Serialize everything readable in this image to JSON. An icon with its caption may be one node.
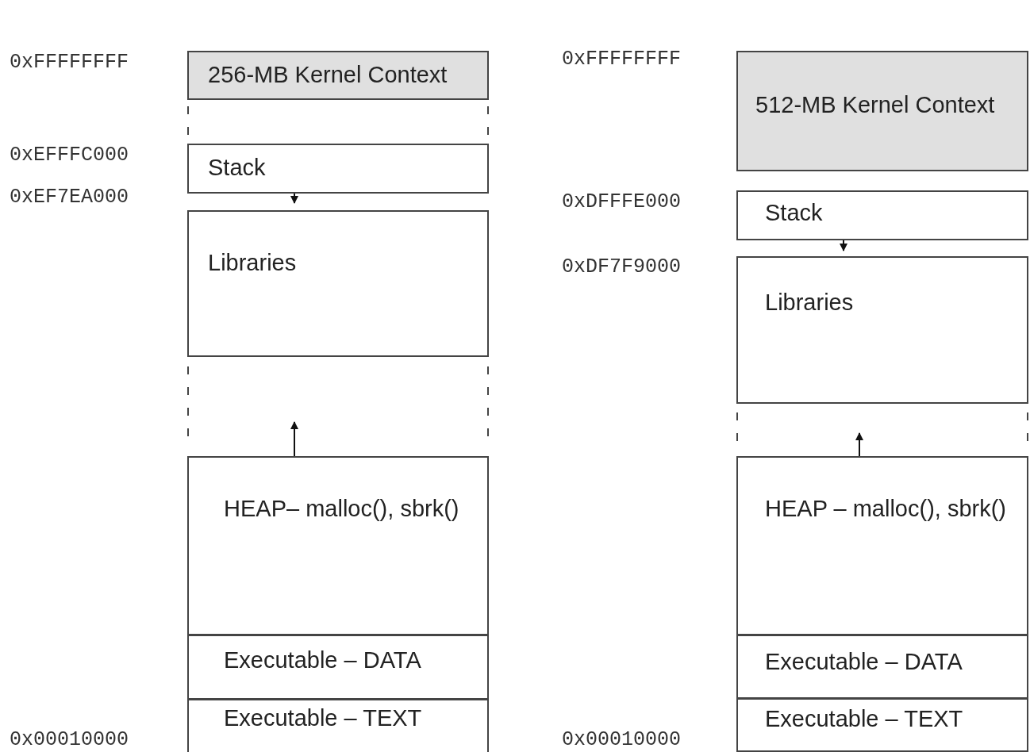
{
  "diagram": {
    "nodes": [
      {
        "text": [
          "256-MB Kernel Context"
        ]
      },
      {
        "text": [
          "Stack"
        ]
      },
      {
        "text": [
          "Libraries"
        ]
      },
      {
        "text": [
          "HEAP– malloc(), sbrk()"
        ]
      },
      {
        "text": [
          "Executable – DATA"
        ]
      },
      {
        "text": [
          "Executable – TEXT"
        ]
      },
      {
        "text": [
          "512-MB Kernel Context"
        ]
      },
      {
        "text": [
          "Stack"
        ]
      },
      {
        "text": [
          "Libraries"
        ]
      },
      {
        "text": [
          "HEAP – malloc(), sbrk()"
        ]
      },
      {
        "text": [
          "Executable – DATA"
        ]
      },
      {
        "text": [
          "Executable – TEXT"
        ]
      }
    ],
    "edges": [],
    "labels": [
      "0xFFFFFFFF",
      "0xEFFFC000",
      "0xEF7EA000",
      "0x00010000",
      "0xFFFFFFFF",
      "0xDFFFE000",
      "0xDF7F9000",
      "0x00010000"
    ]
  }
}
